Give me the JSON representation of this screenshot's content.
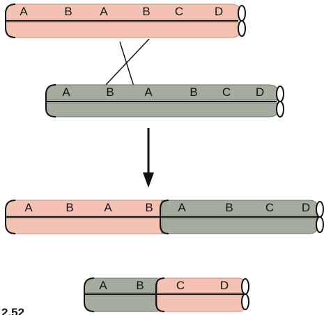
{
  "colors": {
    "pink": "#f4c2b2",
    "pink_edge": "#c98e7d",
    "gray": "#a4ac9e",
    "gray_edge": "#6d7468",
    "line": "#111111"
  },
  "figure_label": "2.52",
  "chromosomes": {
    "top_pink": {
      "genes": [
        "A",
        "B",
        "A",
        "B",
        "C",
        "D"
      ]
    },
    "middle_gray": {
      "genes": [
        "A",
        "B",
        "A",
        "B",
        "C",
        "D"
      ]
    },
    "recombinant_long": {
      "pink_genes": [
        "A",
        "B",
        "A",
        "B"
      ],
      "gray_genes": [
        "A",
        "B",
        "C",
        "D"
      ]
    },
    "recombinant_short": {
      "gray_genes": [
        "A",
        "B"
      ],
      "pink_genes": [
        "C",
        "D"
      ]
    }
  }
}
